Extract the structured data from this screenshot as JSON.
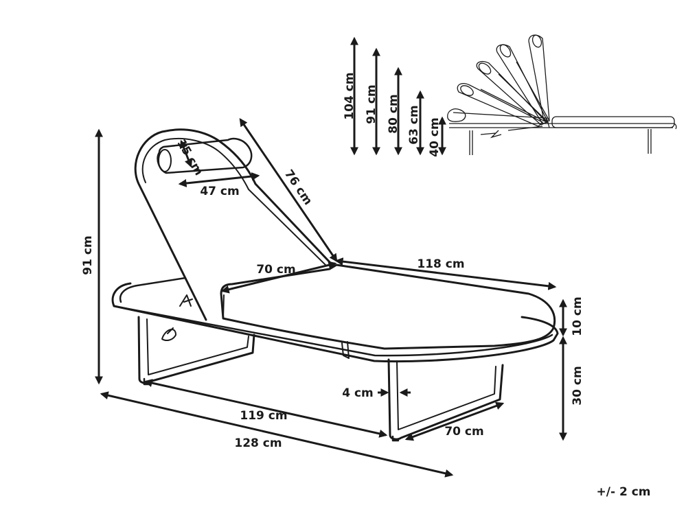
{
  "diagram": {
    "labels": {
      "overall_height": "91 cm",
      "pillow_depth": "15 cm",
      "pillow_width": "47 cm",
      "backrest_length": "76 cm",
      "cushion_width": "70 cm",
      "cushion_length": "118 cm",
      "cushion_thickness": "10 cm",
      "seat_height": "30 cm",
      "frame_gap": "4 cm",
      "inner_length": "119 cm",
      "overall_length": "128 cm",
      "frame_width": "70 cm",
      "tolerance": "+/- 2 cm"
    },
    "backrest_positions": [
      "104 cm",
      "91 cm",
      "80 cm",
      "63 cm",
      "40 cm"
    ]
  }
}
